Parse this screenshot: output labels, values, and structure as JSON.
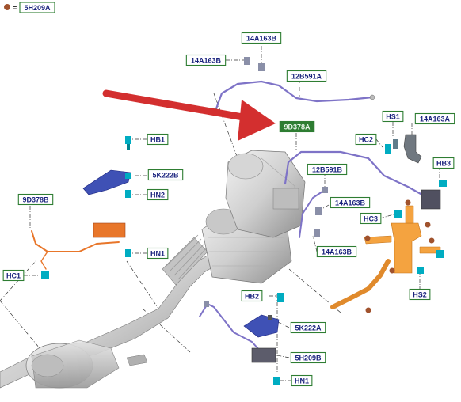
{
  "colors": {
    "label_border": "#2e7d32",
    "label_text": "#1a237e",
    "label_fill": "#ffffff",
    "label_highlight_fill": "#2e7d32",
    "label_highlight_text": "#e8f5e9",
    "arrow": "#d32f2f",
    "converter_body": "#d9d9d9",
    "converter_shade": "#9e9e9e",
    "wire_purple": "#7e73c7",
    "wire_orange": "#e8762a",
    "bracket_blue": "#3f51b5",
    "connector_teal": "#00acc1",
    "connector_dark": "#555555",
    "bracket_orange": "#f4a340",
    "hose_orange": "#e08a2c",
    "dot_brown": "#a0522d"
  },
  "legend": {
    "dot_color": "#a0522d",
    "symbol": "=",
    "code": "5H209A"
  },
  "labels": [
    {
      "id": "14a163b-top",
      "text": "14A163B"
    },
    {
      "id": "14a163b-left",
      "text": "14A163B"
    },
    {
      "id": "12b591a",
      "text": "12B591A"
    },
    {
      "id": "9d378a",
      "text": "9D378A",
      "highlight": true
    },
    {
      "id": "hs1",
      "text": "HS1"
    },
    {
      "id": "14a163a",
      "text": "14A163A"
    },
    {
      "id": "hc2",
      "text": "HC2"
    },
    {
      "id": "hb3",
      "text": "HB3"
    },
    {
      "id": "12b591b",
      "text": "12B591B"
    },
    {
      "id": "14a163b-mid",
      "text": "14A163B"
    },
    {
      "id": "hc3",
      "text": "HC3"
    },
    {
      "id": "14a163b-low",
      "text": "14A163B"
    },
    {
      "id": "hs2",
      "text": "HS2"
    },
    {
      "id": "hb1",
      "text": "HB1"
    },
    {
      "id": "5k222b",
      "text": "5K222B"
    },
    {
      "id": "hn2",
      "text": "HN2"
    },
    {
      "id": "9d378b",
      "text": "9D378B"
    },
    {
      "id": "hn1-left",
      "text": "HN1"
    },
    {
      "id": "hc1",
      "text": "HC1"
    },
    {
      "id": "hb2",
      "text": "HB2"
    },
    {
      "id": "5k222a",
      "text": "5K222A"
    },
    {
      "id": "5h209b",
      "text": "5H209B"
    },
    {
      "id": "hn1-bottom",
      "text": "HN1"
    }
  ]
}
